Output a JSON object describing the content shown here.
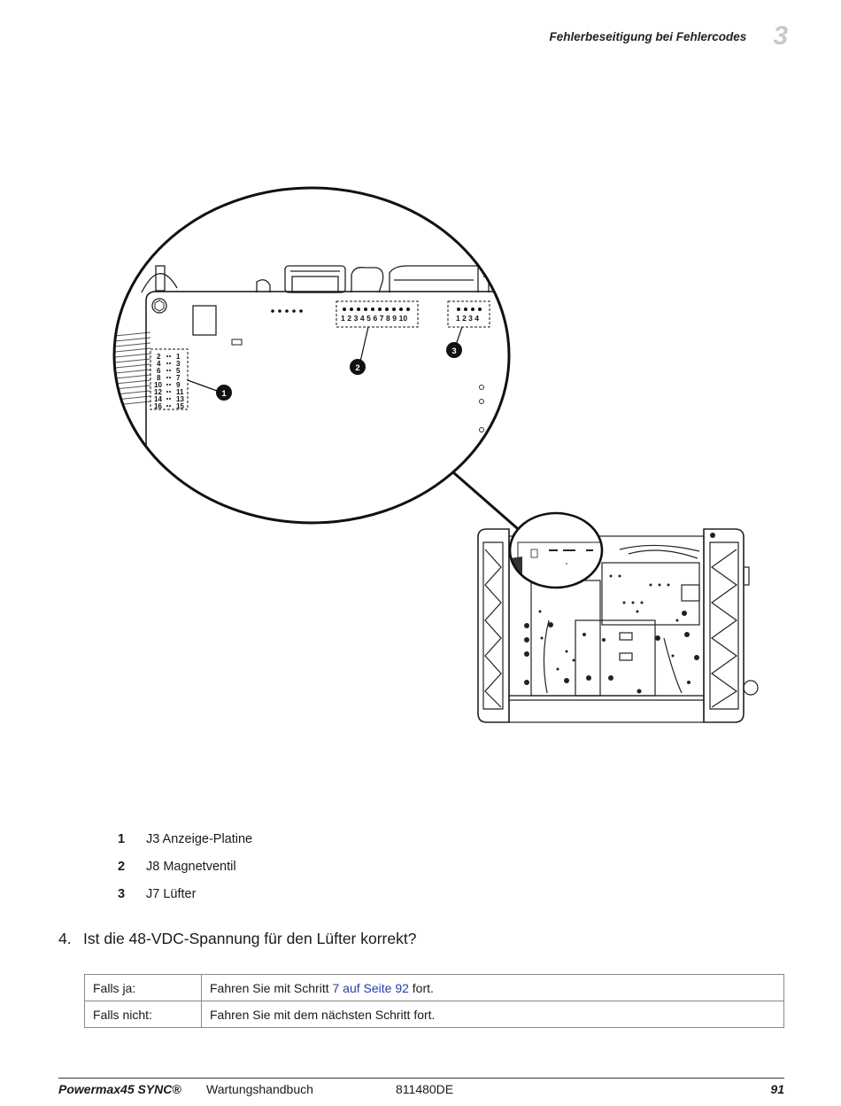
{
  "header": {
    "title": "Fehlerbeseitigung bei Fehlercodes",
    "chapter": "3"
  },
  "figure": {
    "callouts": [
      "1",
      "2",
      "3"
    ],
    "connector_j3_pins_left": [
      "2",
      "4",
      "6",
      "8",
      "10",
      "12",
      "14",
      "16"
    ],
    "connector_j3_pins_right": [
      "1",
      "3",
      "5",
      "7",
      "9",
      "11",
      "13",
      "15"
    ],
    "connector_j8_pins": "1 2 3 4 5 6 7 8 9 10",
    "connector_j7_pins": "1 2 3 4"
  },
  "legend": [
    {
      "num": "1",
      "text": "J3 Anzeige-Platine"
    },
    {
      "num": "2",
      "text": "J8 Magnetventil"
    },
    {
      "num": "3",
      "text": "J7 Lüfter"
    }
  ],
  "question": {
    "num": "4.",
    "text": "Ist die 48-VDC-Spannung für den Lüfter korrekt?"
  },
  "table": {
    "rows": [
      {
        "label": "Falls ja:",
        "pre": "Fahren Sie mit Schritt ",
        "link": "7 auf Seite 92",
        "post": " fort."
      },
      {
        "label": "Falls nicht:",
        "pre": "Fahren Sie mit dem nächsten Schritt fort.",
        "link": "",
        "post": ""
      }
    ]
  },
  "footer": {
    "product": "Powermax45 SYNC®",
    "doc": "Wartungshandbuch",
    "part": "811480DE",
    "page": "91"
  }
}
